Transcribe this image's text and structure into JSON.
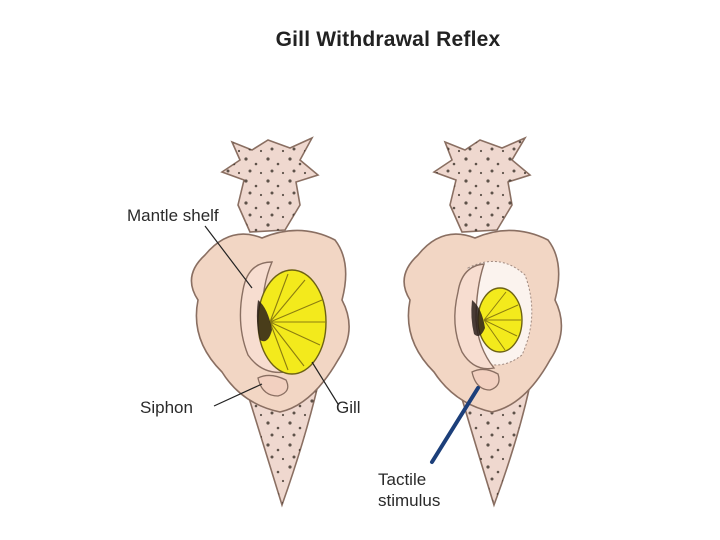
{
  "title": "Gill Withdrawal Reflex",
  "labels": {
    "mantle_shelf": "Mantle shelf",
    "siphon": "Siphon",
    "gill": "Gill",
    "tactile_line1": "Tactile",
    "tactile_line2": "stimulus"
  },
  "colors": {
    "body": "#f2d6c4",
    "body_stroke": "#8a6f62",
    "mantle": "#f7ddd0",
    "gill": "#f3ea1c",
    "probe": "#1c3f7a",
    "dots": "#3a3028"
  }
}
